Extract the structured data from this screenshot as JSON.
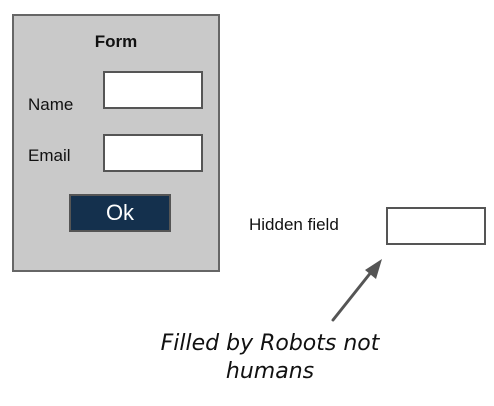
{
  "form": {
    "title": "Form",
    "name_label": "Name",
    "name_value": "",
    "email_label": "Email",
    "email_value": "",
    "ok_label": "Ok"
  },
  "hidden": {
    "label": "Hidden field",
    "value": ""
  },
  "annotation": {
    "caption": "Filled by Robots not humans"
  },
  "colors": {
    "panel_background": "#c9c9c9",
    "button_background": "#14304d",
    "border": "#555555"
  },
  "icons": {
    "annotation_arrow": "arrow-up-right-icon"
  }
}
